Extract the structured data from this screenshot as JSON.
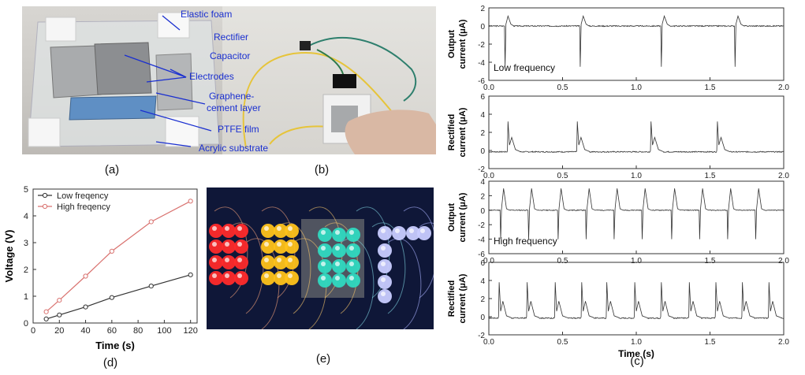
{
  "panel_captions": {
    "a": "(a)",
    "b": "(b)",
    "c": "(c)",
    "d": "(d)",
    "e": "(e)"
  },
  "panel_a_labels": {
    "elastic_foam": "Elastic foam",
    "electrodes": "Electrodes",
    "graphene_line1": "Graphene-",
    "graphene_line2": "cement layer",
    "ptfe": "PTFE film",
    "acrylic": "Acrylic substrate"
  },
  "panel_b_labels": {
    "rectifier": "Rectifier",
    "capacitor": "Capacitor"
  },
  "colors": {
    "callout": "#1a2fd0",
    "low_series": "#333333",
    "high_series": "#d9726f"
  },
  "chart_data": [
    {
      "id": "d",
      "type": "line",
      "xlabel": "Time (s)",
      "ylabel": "Voltage (V)",
      "xlim": [
        0,
        125
      ],
      "ylim": [
        0,
        5
      ],
      "xticks": [
        0,
        20,
        40,
        60,
        80,
        100,
        120
      ],
      "yticks": [
        0,
        1,
        2,
        3,
        4,
        5
      ],
      "legend": "top-left",
      "series": [
        {
          "name": "Low freqency",
          "color": "#333333",
          "marker": "open-circle",
          "x": [
            10,
            20,
            40,
            60,
            90,
            120
          ],
          "y": [
            0.15,
            0.3,
            0.6,
            0.95,
            1.38,
            1.8
          ]
        },
        {
          "name": "High freqency",
          "color": "#d9726f",
          "marker": "open-circle",
          "x": [
            10,
            20,
            40,
            60,
            90,
            120
          ],
          "y": [
            0.42,
            0.85,
            1.75,
            2.68,
            3.78,
            4.55
          ]
        }
      ]
    },
    {
      "id": "c1",
      "type": "line",
      "ylabel_line1": "Output",
      "ylabel_line2": "current (μA)",
      "annotation": "Low frequency",
      "xlim": [
        0,
        2
      ],
      "ylim": [
        -6,
        2
      ],
      "xticks": [
        "0.0",
        "0.5",
        "1.0",
        "1.5",
        "2.0"
      ],
      "yticks": [
        2,
        0,
        -2,
        -4,
        -6
      ],
      "pulse_times": [
        0.11,
        0.62,
        1.17,
        1.67
      ],
      "pulse_min": -4.5,
      "pulse_max": 1.1
    },
    {
      "id": "c2",
      "type": "line",
      "ylabel_line1": "Rectified",
      "ylabel_line2": "current (μA)",
      "xlim": [
        0,
        2
      ],
      "ylim": [
        -2,
        6
      ],
      "xticks": [
        "0.0",
        "0.5",
        "1.0",
        "1.5",
        "2.0"
      ],
      "yticks": [
        6,
        4,
        2,
        0,
        -2
      ],
      "pulse_times": [
        0.13,
        0.6,
        1.1,
        1.55
      ],
      "pulse_max": 3.2
    },
    {
      "id": "c3",
      "type": "line",
      "ylabel_line1": "Output",
      "ylabel_line2": "current (μA)",
      "annotation": "High frequency",
      "xlim": [
        0,
        2
      ],
      "ylim": [
        -6,
        4
      ],
      "xticks": [
        "0.0",
        "0.5",
        "1.0",
        "1.5",
        "2.0"
      ],
      "yticks": [
        4,
        2,
        0,
        -2,
        -4,
        -6
      ],
      "pulse_times": [
        0.08,
        0.27,
        0.47,
        0.66,
        0.85,
        1.04,
        1.24,
        1.43,
        1.62,
        1.81
      ],
      "pulse_min": -4.0,
      "pulse_max": 3.0
    },
    {
      "id": "c4",
      "type": "line",
      "ylabel_line1": "Rectified",
      "ylabel_line2": "current (μA)",
      "xlabel": "Time (s)",
      "xlim": [
        0,
        2
      ],
      "ylim": [
        -2,
        6
      ],
      "xticks": [
        "0.0",
        "0.5",
        "1.0",
        "1.5",
        "2.0"
      ],
      "yticks": [
        6,
        4,
        2,
        0,
        -2
      ],
      "pulse_times": [
        0.07,
        0.26,
        0.45,
        0.63,
        0.8,
        0.99,
        1.17,
        1.36,
        1.54,
        1.72,
        1.9
      ],
      "pulse_max": 3.8
    }
  ]
}
